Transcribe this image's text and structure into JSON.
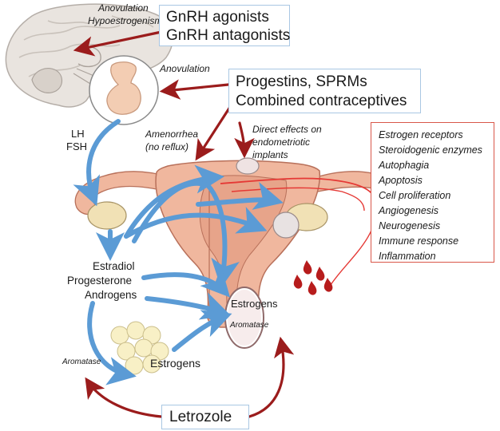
{
  "boxes": {
    "gnrh": {
      "line1": "GnRH agonists",
      "line2": "GnRH antagonists"
    },
    "progestins": {
      "line1": "Progestins, SPRMs",
      "line2": "Combined contraceptives"
    },
    "letrozole": {
      "label": "Letrozole"
    },
    "mechanisms": {
      "items": [
        "Estrogen receptors",
        "Steroidogenic enzymes",
        "Autophagia",
        "Apoptosis",
        "Cell proliferation",
        "Angiogenesis",
        "Neurogenesis",
        "Immune response",
        "Inflammation"
      ]
    }
  },
  "labels": {
    "anovulation_top": "Anovulation",
    "hypoestrogenism": "Hypoestrogenism",
    "anovulation_mid": "Anovulation",
    "lh": "LH",
    "fsh": "FSH",
    "amenorrhea": "Amenorrhea",
    "no_reflux": "(no reflux)",
    "direct_effects_1": "Direct effects on",
    "direct_effects_2": "endometriotic",
    "direct_effects_3": "implants",
    "estradiol": "Estradiol",
    "progesterone": "Progesterone",
    "androgens": "Androgens",
    "estrogens_lesion": "Estrogens",
    "aromatase_lesion": "Aromatase",
    "aromatase_fat": "Aromatase",
    "estrogens_fat": "Estrogens"
  },
  "colors": {
    "drug_arrow": "#9b1c1c",
    "hormone_arrow": "#5b9bd5",
    "box_border_blue": "#a9c7e3",
    "box_border_red": "#d9574a",
    "uterus": "#f0b79e",
    "blood": "#b71c1c"
  }
}
